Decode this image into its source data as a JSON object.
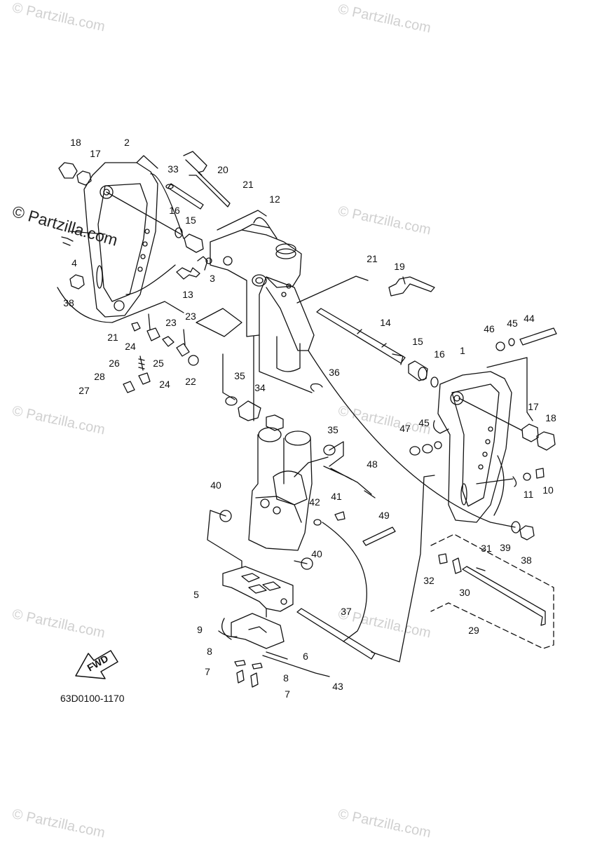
{
  "watermark": {
    "text": "© Partzilla.com"
  },
  "diagram_code": "63D0100-1170",
  "fwd_label": "FWD",
  "callouts": [
    {
      "n": "1"
    },
    {
      "n": "2"
    },
    {
      "n": "3"
    },
    {
      "n": "4"
    },
    {
      "n": "5"
    },
    {
      "n": "6"
    },
    {
      "n": "7"
    },
    {
      "n": "7"
    },
    {
      "n": "8"
    },
    {
      "n": "8"
    },
    {
      "n": "9"
    },
    {
      "n": "10"
    },
    {
      "n": "11"
    },
    {
      "n": "12"
    },
    {
      "n": "13"
    },
    {
      "n": "14"
    },
    {
      "n": "15"
    },
    {
      "n": "15"
    },
    {
      "n": "16"
    },
    {
      "n": "16"
    },
    {
      "n": "17"
    },
    {
      "n": "17"
    },
    {
      "n": "18"
    },
    {
      "n": "18"
    },
    {
      "n": "19"
    },
    {
      "n": "20"
    },
    {
      "n": "21"
    },
    {
      "n": "21"
    },
    {
      "n": "21"
    },
    {
      "n": "22"
    },
    {
      "n": "23"
    },
    {
      "n": "23"
    },
    {
      "n": "24"
    },
    {
      "n": "24"
    },
    {
      "n": "25"
    },
    {
      "n": "26"
    },
    {
      "n": "27"
    },
    {
      "n": "28"
    },
    {
      "n": "29"
    },
    {
      "n": "30"
    },
    {
      "n": "31"
    },
    {
      "n": "32"
    },
    {
      "n": "33"
    },
    {
      "n": "34"
    },
    {
      "n": "35"
    },
    {
      "n": "35"
    },
    {
      "n": "36"
    },
    {
      "n": "37"
    },
    {
      "n": "38"
    },
    {
      "n": "38"
    },
    {
      "n": "39"
    },
    {
      "n": "40"
    },
    {
      "n": "40"
    },
    {
      "n": "41"
    },
    {
      "n": "42"
    },
    {
      "n": "43"
    },
    {
      "n": "44"
    },
    {
      "n": "45"
    },
    {
      "n": "45"
    },
    {
      "n": "46"
    },
    {
      "n": "47"
    },
    {
      "n": "48"
    },
    {
      "n": "49"
    }
  ]
}
